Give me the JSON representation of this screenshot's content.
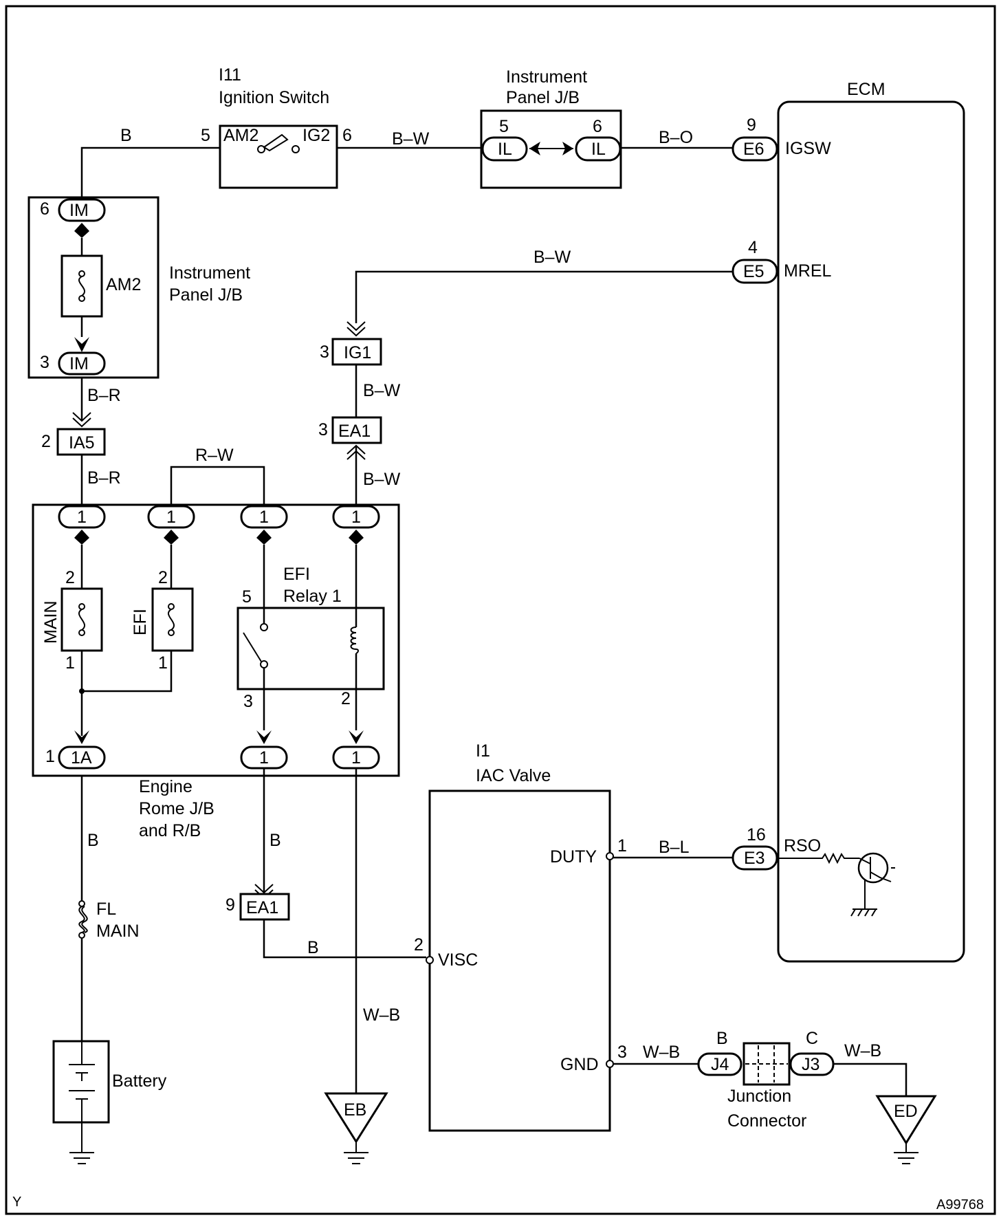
{
  "components": {
    "ignition_switch": {
      "code": "I11",
      "name": "Ignition Switch",
      "pin_am2": "AM2",
      "pin_ig2": "IG2",
      "pin_num_left": "5",
      "pin_num_right": "6"
    },
    "panel_jb_top": {
      "line1": "Instrument",
      "line2": "Panel J/B",
      "conn_left": "IL",
      "conn_right": "IL",
      "pin_left": "5",
      "pin_right": "6"
    },
    "ecm": {
      "name": "ECM",
      "igsw": "IGSW",
      "mrel": "MREL",
      "rso": "RSO"
    },
    "panel_jb_left": {
      "line1": "Instrument",
      "line2": "Panel J/B",
      "fuse": "AM2",
      "conn": "IM",
      "pin_top": "6",
      "pin_bottom": "3"
    },
    "engine_room_jb": {
      "line1": "Engine",
      "line2": "Rome J/B",
      "line3": "and R/B",
      "fuse_main": "MAIN",
      "fuse_efi": "EFI",
      "relay_line1": "EFI",
      "relay_line2": "Relay 1"
    },
    "iac_valve": {
      "code": "I1",
      "name": "IAC Valve",
      "duty": "DUTY",
      "visc": "VISC",
      "gnd": "GND"
    },
    "fl_main": {
      "line1": "FL",
      "line2": "MAIN"
    },
    "battery": {
      "label": "Battery"
    },
    "junction": {
      "line1": "Junction",
      "line2": "Connector",
      "j4": "J4",
      "j3": "J3",
      "pin_b": "B",
      "pin_c": "C"
    },
    "grounds": {
      "eb": "EB",
      "ed": "ED"
    }
  },
  "connectors": {
    "e6": "E6",
    "e6_pin": "9",
    "e5": "E5",
    "e5_pin": "4",
    "e3": "E3",
    "e3_pin": "16",
    "ig1": "IG1",
    "ig1_pin": "3",
    "ea1_top": "EA1",
    "ea1_top_pin": "3",
    "ia5": "IA5",
    "ia5_pin": "2",
    "ea1_bottom": "EA1",
    "ea1_bottom_pin": "9",
    "jb_1": "1",
    "jb_1a": "1A"
  },
  "pins": {
    "main_top": "2",
    "main_bottom": "1",
    "efi_top": "2",
    "efi_bottom": "1",
    "relay_5": "5",
    "relay_3": "3",
    "relay_2": "2",
    "oneA_side": "1",
    "duty": "1",
    "visc": "2",
    "gnd": "3"
  },
  "wires": {
    "b1": "B",
    "bw1": "B–W",
    "bo": "B–O",
    "bw_mrel": "B–W",
    "br1": "B–R",
    "br2": "B–R",
    "bw2": "B–W",
    "bw3": "B–W",
    "rw": "R–W",
    "b2": "B",
    "b3": "B",
    "b4": "B",
    "bl": "B–L",
    "wb1": "W–B",
    "wb2": "W–B",
    "wb3": "W–B"
  },
  "footer": {
    "left": "Y",
    "right": "A99768"
  }
}
